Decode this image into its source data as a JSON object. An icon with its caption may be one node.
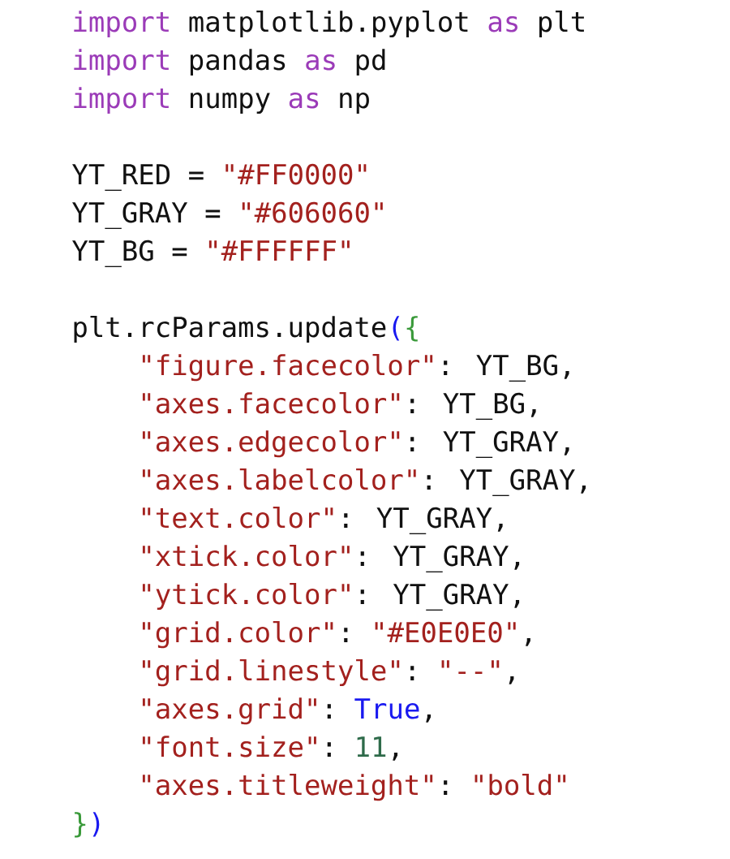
{
  "diagram": {
    "labels": [
      "import",
      "matplotlib.pyplot",
      "as",
      "plt",
      "import",
      "pandas",
      "as",
      "pd",
      "import",
      "numpy",
      "as",
      "np",
      "YT_RED =",
      "\"#FF0000\"",
      "YT_GRAY =",
      "\"#606060\"",
      "YT_BG =",
      "\"#FFFFFF\"",
      "plt.rcParams.update",
      "(",
      "{",
      "\"figure.facecolor\"",
      ": YT_BG,",
      "\"axes.facecolor\"",
      ": YT_BG,",
      "\"axes.edgecolor\"",
      ": YT_GRAY,",
      "\"axes.labelcolor\"",
      ": YT_GRAY,",
      "\"text.color\"",
      ": YT_GRAY,",
      "\"xtick.color\"",
      ": YT_GRAY,",
      "\"ytick.color\"",
      ": YT_GRAY,",
      "\"grid.color\"",
      ":",
      "\"#E0E0E0\"",
      ",",
      "\"grid.linestyle\"",
      ":",
      "\"--\"",
      ",",
      "\"axes.grid\"",
      ":",
      "True",
      ",",
      "\"font.size\"",
      ":",
      "11",
      ",",
      "\"axes.titleweight\"",
      ":",
      "\"bold\"",
      "}",
      ")"
    ]
  }
}
